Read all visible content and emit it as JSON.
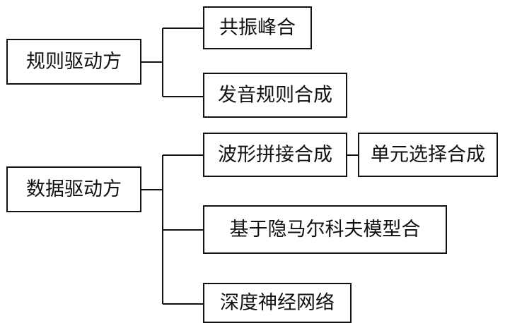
{
  "diagram": {
    "rule_driven": {
      "label": "规则驱动方",
      "children": {
        "resonance_peak": "共振峰合",
        "pronunciation_rule": "发音规则合成"
      }
    },
    "data_driven": {
      "label": "数据驱动方",
      "children": {
        "waveform_concat": "波形拼接合成",
        "unit_selection": "单元选择合成",
        "hmm": "基于隐马尔科夫模型合",
        "deep_nn": "深度神经网络"
      }
    }
  }
}
